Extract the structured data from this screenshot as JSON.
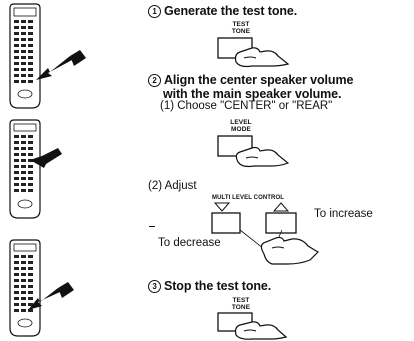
{
  "steps": [
    {
      "number": "1",
      "text": "Generate the test tone."
    },
    {
      "number": "2",
      "text_line1": "Align the center speaker volume",
      "text_line2": "with the main speaker volume."
    },
    {
      "number": "3",
      "text": "Stop the test tone."
    }
  ],
  "substeps": {
    "choose": "(1) Choose \"CENTER\" or \"REAR\"",
    "adjust": "(2) Adjust"
  },
  "buttons": {
    "test_tone_1": [
      "TEST",
      "TONE"
    ],
    "level_mode": [
      "LEVEL",
      "MODE"
    ],
    "multi_level_control": "MULTI LEVEL CONTROL",
    "test_tone_2": [
      "TEST",
      "TONE"
    ]
  },
  "annotations": {
    "increase": "To increase",
    "decrease": "To decrease"
  }
}
